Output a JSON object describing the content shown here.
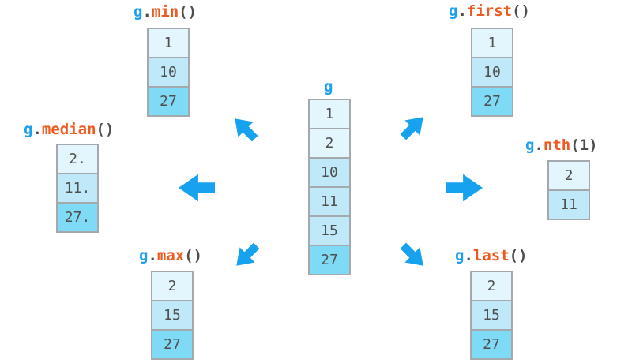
{
  "palette": {
    "blue_text": "#1b9ff0",
    "orange_text": "#ee5b21",
    "dark_text": "#4d4d4d",
    "arrow_blue": "#17a2f0",
    "cell_border": "#a3a9ac",
    "fill_light": "#e4f6fd",
    "fill_mid": "#bfe9f9",
    "fill_dark": "#7fdaf6",
    "cell_text": "#4f4f4f"
  },
  "ops": {
    "center": {
      "title": "g",
      "cells": [
        {
          "value": "1",
          "shade": "light"
        },
        {
          "value": "2",
          "shade": "light"
        },
        {
          "value": "10",
          "shade": "mid"
        },
        {
          "value": "11",
          "shade": "mid"
        },
        {
          "value": "15",
          "shade": "mid"
        },
        {
          "value": "27",
          "shade": "dark"
        }
      ]
    },
    "min": {
      "object": "g",
      "dot": ".",
      "method": "min",
      "args": "()",
      "cells": [
        {
          "value": "1",
          "shade": "light"
        },
        {
          "value": "10",
          "shade": "mid"
        },
        {
          "value": "27",
          "shade": "dark"
        }
      ]
    },
    "first": {
      "object": "g",
      "dot": ".",
      "method": "first",
      "args": "()",
      "cells": [
        {
          "value": "1",
          "shade": "light"
        },
        {
          "value": "10",
          "shade": "mid"
        },
        {
          "value": "27",
          "shade": "dark"
        }
      ]
    },
    "median": {
      "object": "g",
      "dot": ".",
      "method": "median",
      "args": "()",
      "cells": [
        {
          "value": "2.",
          "shade": "light"
        },
        {
          "value": "11.",
          "shade": "mid"
        },
        {
          "value": "27.",
          "shade": "dark"
        }
      ]
    },
    "nth": {
      "object": "g",
      "dot": ".",
      "method": "nth",
      "args": "(1)",
      "cells": [
        {
          "value": "2",
          "shade": "light"
        },
        {
          "value": "11",
          "shade": "mid"
        }
      ]
    },
    "max": {
      "object": "g",
      "dot": ".",
      "method": "max",
      "args": "()",
      "cells": [
        {
          "value": "2",
          "shade": "light"
        },
        {
          "value": "15",
          "shade": "mid"
        },
        {
          "value": "27",
          "shade": "dark"
        }
      ]
    },
    "last": {
      "object": "g",
      "dot": ".",
      "method": "last",
      "args": "()",
      "cells": [
        {
          "value": "2",
          "shade": "light"
        },
        {
          "value": "15",
          "shade": "mid"
        },
        {
          "value": "27",
          "shade": "dark"
        }
      ]
    }
  },
  "arrows": [
    "arrow-up-left-icon",
    "arrow-up-right-icon",
    "arrow-left-icon",
    "arrow-right-icon",
    "arrow-down-left-icon",
    "arrow-down-right-icon"
  ]
}
